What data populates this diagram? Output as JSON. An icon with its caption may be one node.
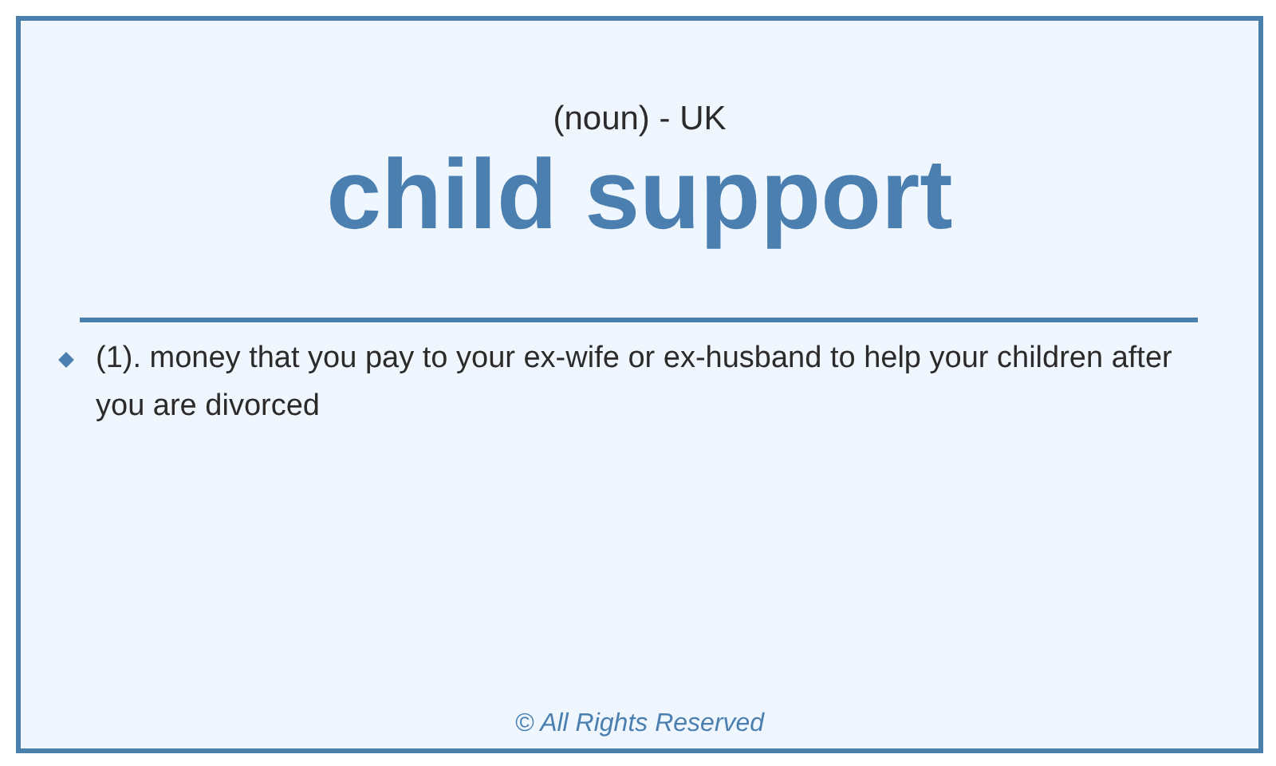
{
  "diagram": {
    "title": "child support",
    "labels": [
      "(noun) - UK",
      "(1). money that you pay to your ex-wife or ex-husband to help your children after you are divorced",
      "© All Rights Reserved"
    ]
  }
}
